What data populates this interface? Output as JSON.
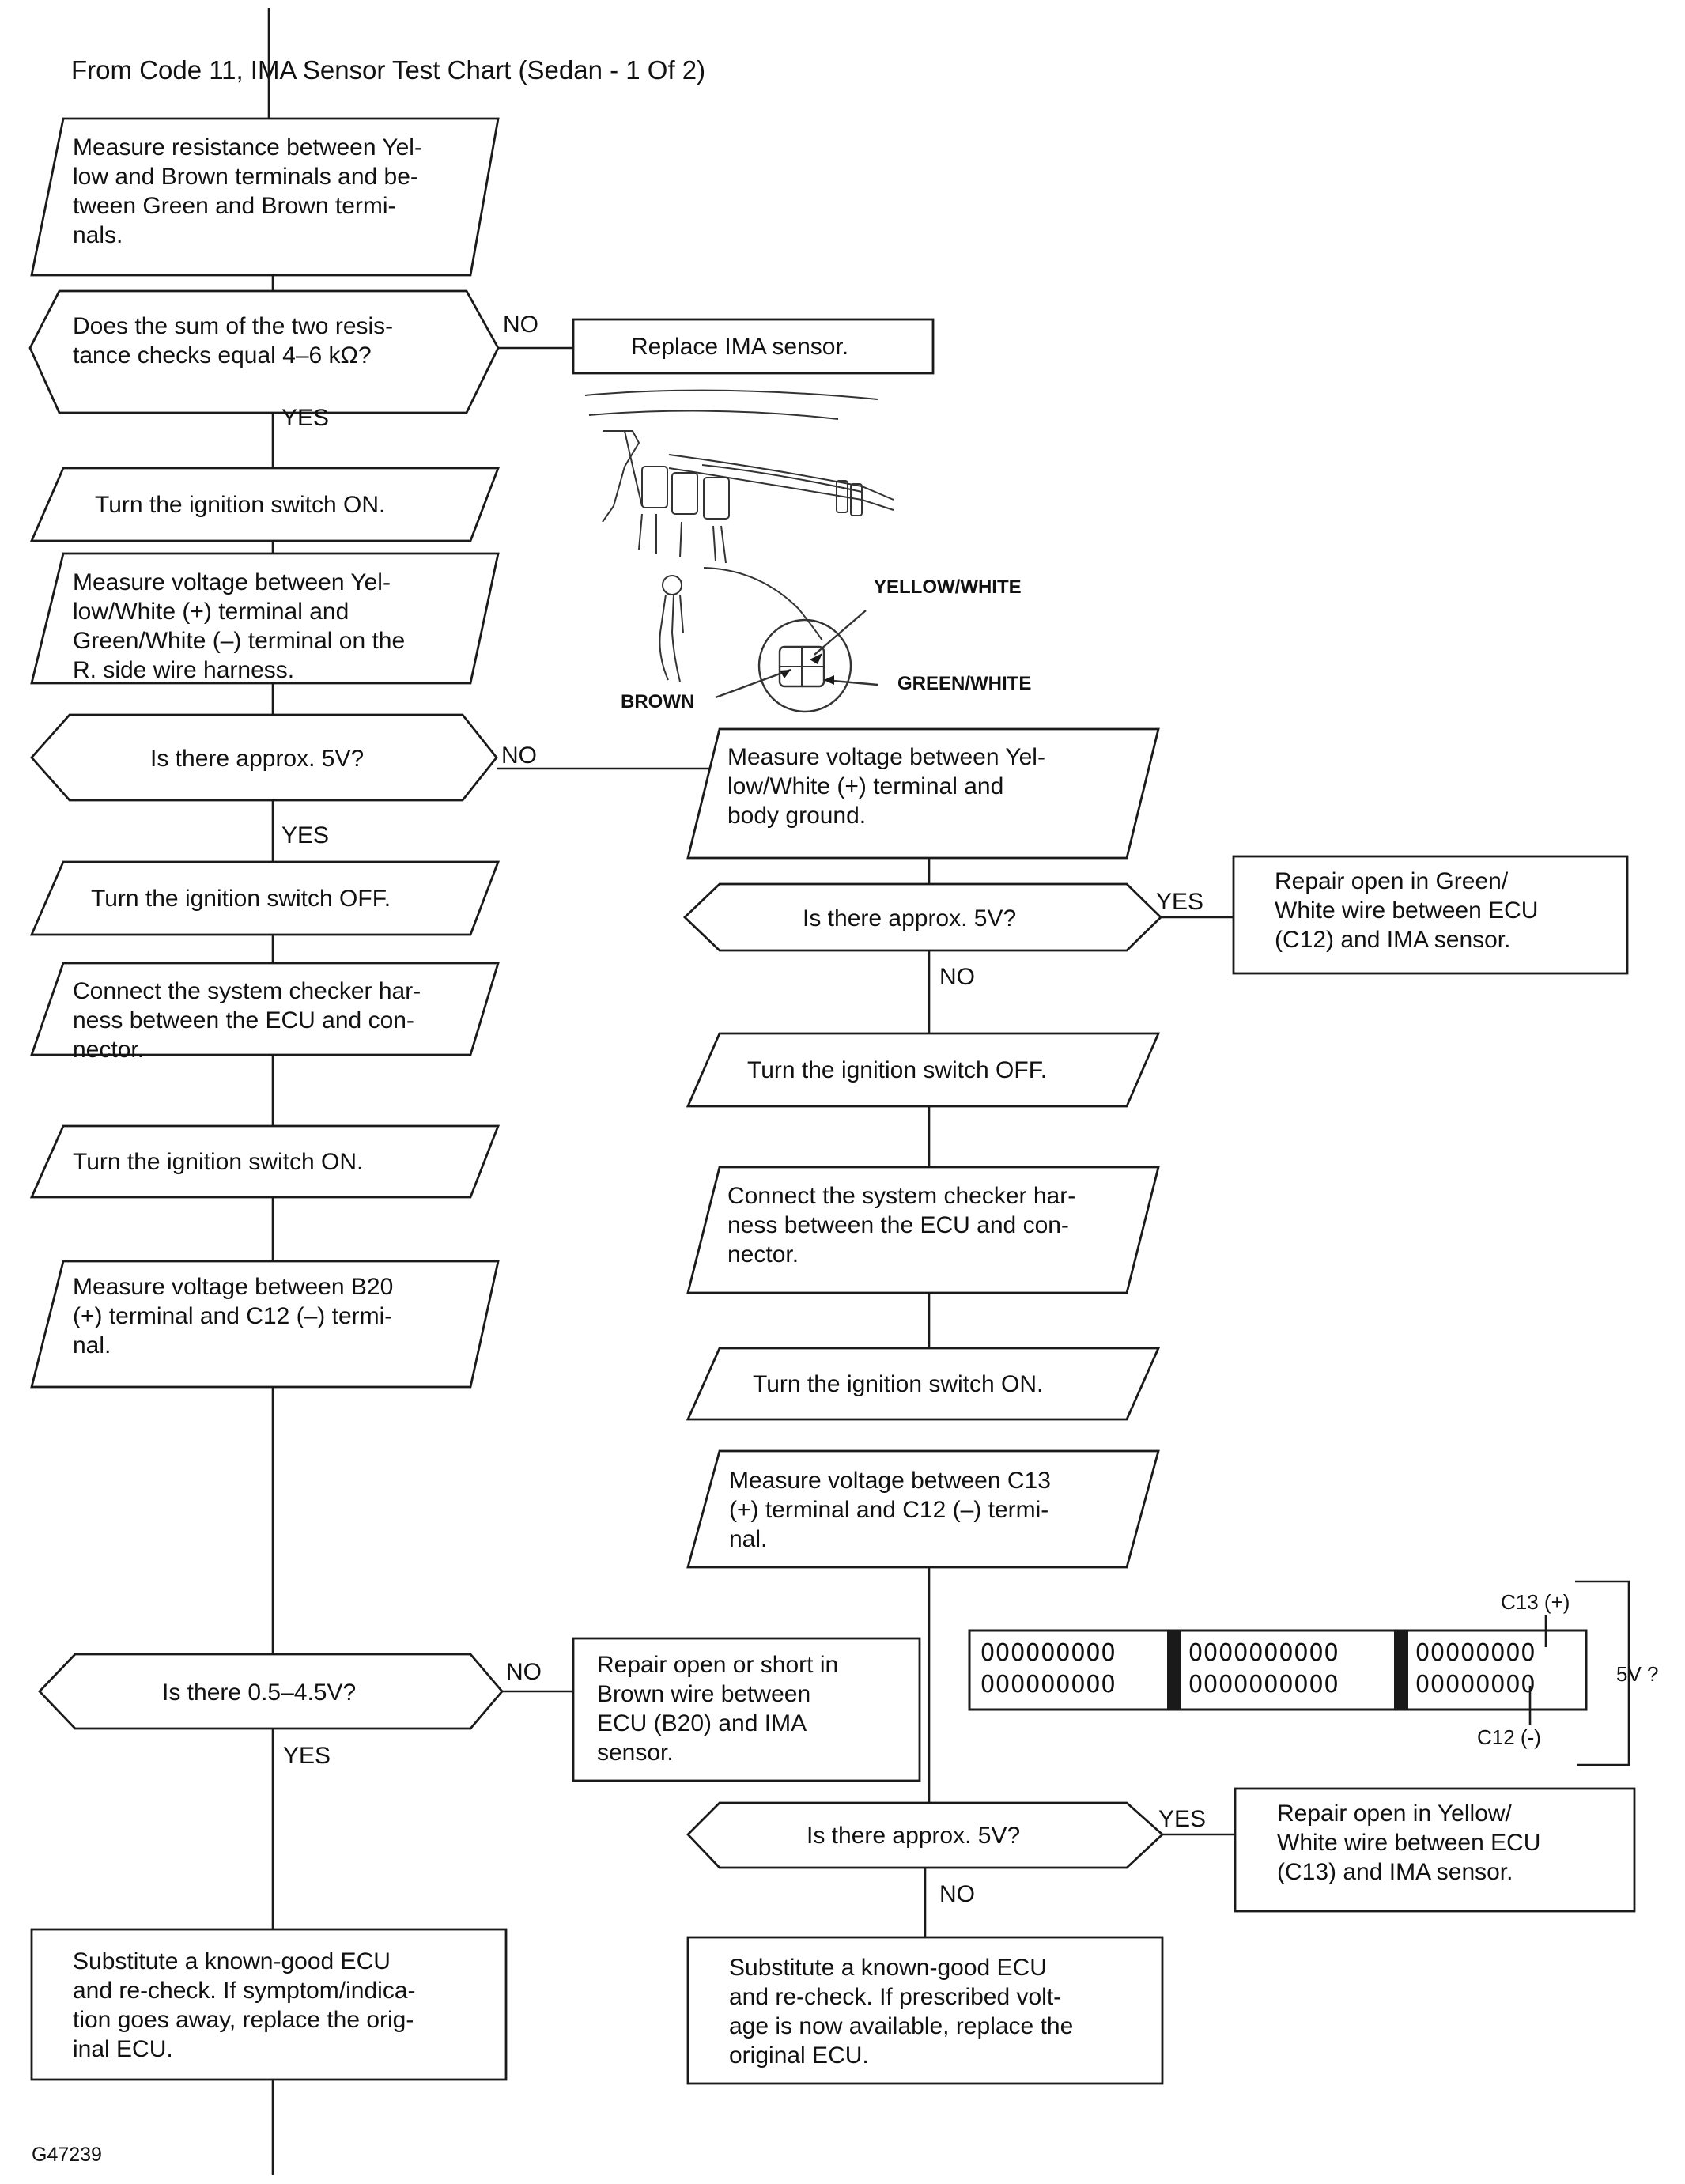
{
  "header": "From Code 11, IMA Sensor Test Chart (Sedan - 1 Of 2)",
  "figure_id": "G47239",
  "labels": {
    "yes": "YES",
    "no": "NO"
  },
  "steps": {
    "measure_resistance": [
      "Measure resistance between Yel-",
      "low and Brown terminals and be-",
      "tween Green and Brown termi-",
      "nals."
    ],
    "q_sum_resistance": [
      "Does the sum of the two resis-",
      "tance checks equal 4–6 kΩ?"
    ],
    "replace_sensor": [
      "Replace IMA sensor."
    ],
    "ign_on_1": [
      "Turn the ignition switch ON."
    ],
    "measure_yw_gw": [
      "Measure voltage between Yel-",
      "low/White (+) terminal and",
      "Green/White (–) terminal on the",
      "R. side wire harness."
    ],
    "q_5v_1": [
      "Is there approx. 5V?"
    ],
    "ign_off_l": [
      "Turn the ignition switch OFF."
    ],
    "connect_checker_l": [
      "Connect the system checker har-",
      "ness between the ECU and con-",
      "nector."
    ],
    "ign_on_l": [
      "Turn the ignition switch ON."
    ],
    "measure_b20_c12": [
      "Measure voltage between B20",
      "(+) terminal and C12 (–) termi-",
      "nal."
    ],
    "q_05_45v": [
      "Is there 0.5–4.5V?"
    ],
    "repair_brown": [
      "Repair open or short in",
      "Brown wire between",
      "ECU (B20) and IMA",
      "sensor."
    ],
    "substitute_l": [
      "Substitute a known-good ECU",
      "and re-check. If symptom/indica-",
      "tion goes away, replace the orig-",
      "inal ECU."
    ],
    "measure_yw_body": [
      "Measure voltage between Yel-",
      "low/White (+) terminal and",
      "body ground."
    ],
    "q_5v_2": [
      "Is there approx. 5V?"
    ],
    "repair_green": [
      "Repair open in Green/",
      "White wire between ECU",
      "(C12) and IMA sensor."
    ],
    "ign_off_r": [
      "Turn the ignition switch OFF."
    ],
    "connect_checker_r": [
      "Connect the system checker har-",
      "ness between the ECU and con-",
      "nector."
    ],
    "ign_on_r": [
      "Turn the ignition switch ON."
    ],
    "measure_c13_c12": [
      "Measure voltage between C13",
      "(+) terminal and C12 (–) termi-",
      "nal."
    ],
    "q_5v_3": [
      "Is there approx. 5V?"
    ],
    "repair_yellow": [
      "Repair open in Yellow/",
      "White wire between ECU",
      "(C13) and IMA sensor."
    ],
    "substitute_r": [
      "Substitute a known-good ECU",
      "and re-check. If prescribed volt-",
      "age is now available, replace the",
      "original ECU."
    ]
  },
  "connector_callouts": {
    "yellow_white": "YELLOW/WHITE",
    "green_white": "GREEN/WHITE",
    "brown": "BROWN"
  },
  "ecu_connector": {
    "c13": "C13 (+)",
    "c12": "C12 (-)",
    "voltage": "5V ?",
    "pin_rows": [
      "OOOOOOOOO",
      "OOOOOOOOOO",
      "OOOOOOOO"
    ]
  }
}
